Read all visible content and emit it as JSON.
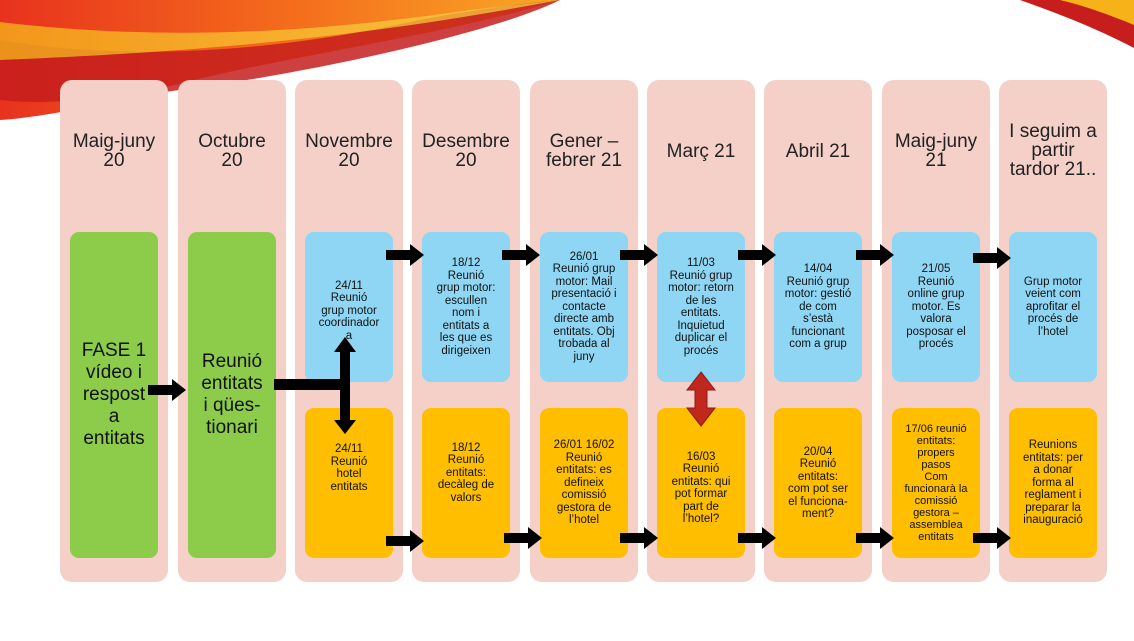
{
  "columns": [
    {
      "title": "Maig-juny\n20"
    },
    {
      "title": "Octubre\n20"
    },
    {
      "title": "Novembre\n20"
    },
    {
      "title": "Desembre\n20"
    },
    {
      "title": "Gener –\nfebrer 21"
    },
    {
      "title": "Març 21"
    },
    {
      "title": "Abril 21"
    },
    {
      "title": "Maig-juny\n21"
    },
    {
      "title": "I seguim a\npartir\ntardor 21.."
    }
  ],
  "green_cards": [
    {
      "text": "FASE 1\nvídeo i\nrespost\na\nentitats"
    },
    {
      "text": "Reunió\nentitats\ni qües-\ntionari"
    }
  ],
  "blue_cards": [
    {
      "text": "24/11\nReunió\ngrup motor\ncoordinador\na"
    },
    {
      "text": "18/12\nReunió\ngrup motor:\nescullen\nnom i\nentitats a\nles que es\ndirigeixen"
    },
    {
      "text": "26/01\nReunió grup\nmotor: Mail\npresentació i\ncontacte\ndirecte amb\nentitats. Obj\ntrobada al\njuny"
    },
    {
      "text": "11/03\nReunió  grup\nmotor: retorn\nde les\nentitats.\nInquietud\nduplicar el\nprocés"
    },
    {
      "text": "14/04\nReunió grup\nmotor: gestió\nde com\ns’està\nfuncionant\ncom a grup"
    },
    {
      "text": "21/05\nReunió\nonline grup\nmotor. Es\nvalora\nposposar el\nprocés"
    },
    {
      "text": "Grup motor\nveient com\naprofitar el\nprocés de\nl’hotel"
    }
  ],
  "yellow_cards": [
    {
      "text": "24/11\nReunió\nhotel\nentitats"
    },
    {
      "text": "18/12\nReunió\nentitats:\ndecàleg de\nvalors"
    },
    {
      "text": "26/01   16/02\nReunió\nentitats: es\ndefineix\ncomissió\ngestora de\nl’hotel"
    },
    {
      "text": "16/03\nReunió\nentitats: qui\npot formar\npart de\nl’hotel?"
    },
    {
      "text": "20/04\nReunió\nentitats:\ncom pot ser\nel funciona-\nment?"
    },
    {
      "text": "17/06 reunió\nentitats:\npropers\npasos\nCom\nfuncionarà la\ncomissió\ngestora –\nassemblea\nentitats"
    },
    {
      "text": "Reunions\nentitats: per\na donar\nforma al\nreglament i\npreparar la\ninauguració"
    }
  ],
  "colors": {
    "column_bg": "#f4d0c8",
    "green": "#8ccc4a",
    "blue": "#8fd6f4",
    "yellow": "#ffbf00",
    "arrow": "#000000",
    "double_arrow": "#c0281e"
  }
}
